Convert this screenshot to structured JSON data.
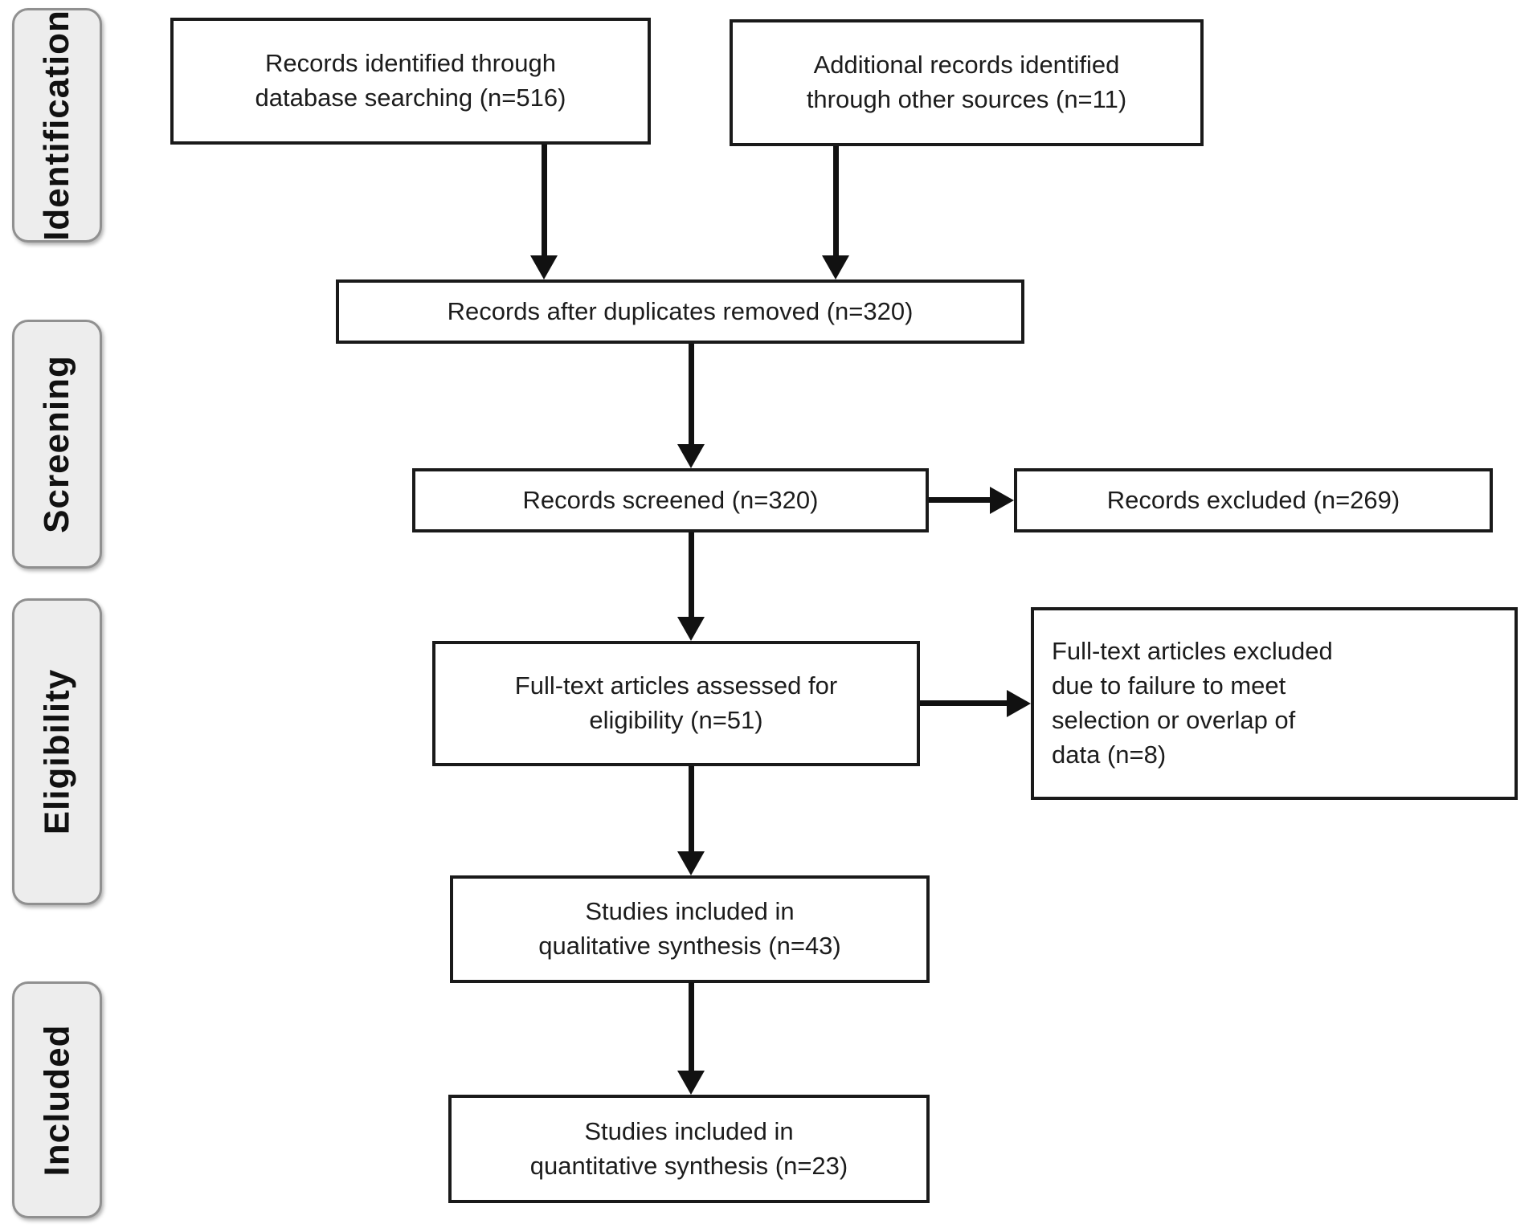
{
  "figure": {
    "kind": "PRISMA flow diagram",
    "background_color": "#ffffff",
    "box_border_color": "#1a1a1a",
    "arrow_color": "#111111",
    "stage_fill_color": "#ededed",
    "stage_border_color": "#909090",
    "text_color": "#1c1c1c"
  },
  "stages": {
    "identification": "Identification",
    "screening": "Screening",
    "eligibility": "Eligibility",
    "included": "Included"
  },
  "nodes": {
    "records_identified": {
      "text": "Records identified through\ndatabase searching (n=516)"
    },
    "additional_records": {
      "text": "Additional records identified\nthrough other sources (n=11)"
    },
    "duplicates_removed": {
      "text": "Records after duplicates removed (n=320)"
    },
    "records_screened": {
      "text": "Records screened (n=320)"
    },
    "records_excluded": {
      "text": "Records excluded (n=269)"
    },
    "fulltext_assessed": {
      "text": "Full-text articles assessed for\neligibility (n=51)"
    },
    "fulltext_excluded": {
      "text": "Full-text articles excluded\ndue to failure to meet\nselection or overlap of\ndata (n=8)"
    },
    "qualitative_synthesis": {
      "text": "Studies included in\nqualitative synthesis (n=43)"
    },
    "quantitative_synthesis": {
      "text": "Studies included in\nquantitative synthesis (n=23)"
    }
  },
  "counts": {
    "database_searching": 516,
    "other_sources": 11,
    "after_duplicates_removed": 320,
    "screened": 320,
    "excluded": 269,
    "fulltext_assessed": 51,
    "fulltext_excluded": 8,
    "qualitative_synthesis": 43,
    "quantitative_synthesis": 23
  }
}
